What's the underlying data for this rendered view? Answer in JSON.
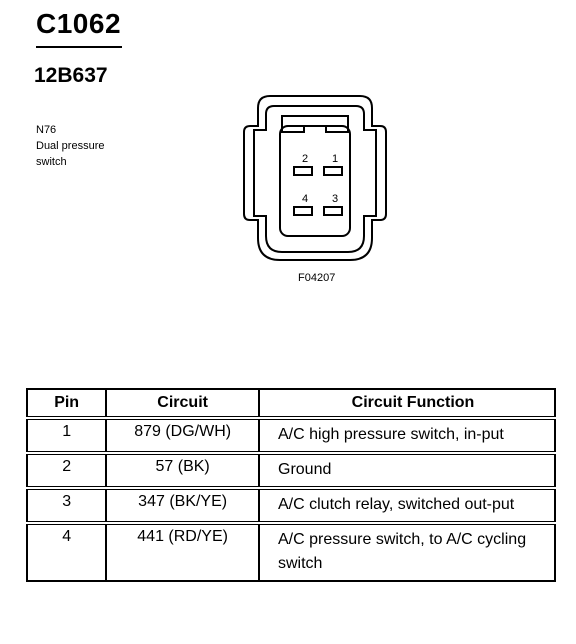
{
  "header": {
    "connector_id": "C1062",
    "part_number": "12B637",
    "description_lines": [
      "N76",
      "Dual pressure",
      "switch"
    ]
  },
  "figure": {
    "id": "F04207",
    "pin_labels": [
      "2",
      "1",
      "4",
      "3"
    ]
  },
  "table": {
    "columns": [
      "Pin",
      "Circuit",
      "Circuit Function"
    ],
    "rows": [
      {
        "pin": "1",
        "circuit": "879 (DG/WH)",
        "function": "A/C high pressure switch, in-put"
      },
      {
        "pin": "2",
        "circuit": "57 (BK)",
        "function": "Ground"
      },
      {
        "pin": "3",
        "circuit": "347 (BK/YE)",
        "function": "A/C clutch relay, switched out-put"
      },
      {
        "pin": "4",
        "circuit": "441 (RD/YE)",
        "function": "A/C pressure switch, to A/C cycling switch"
      }
    ]
  }
}
